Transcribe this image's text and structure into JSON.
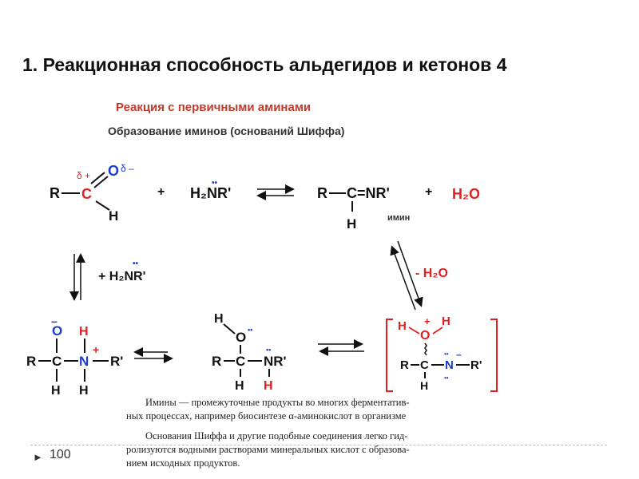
{
  "title": "1. Реакционная способность альдегидов и кетонов 4",
  "scheme": {
    "heading": "Реакция с первичными аминами",
    "subheading": "Образование иминов (оснований Шиффа)",
    "labels": {
      "r": "R",
      "c": "C",
      "o": "O",
      "h": "H",
      "n": "N",
      "delta_plus": "δ +",
      "delta_minus": "δ –",
      "plus": "+",
      "minus": "–",
      "amine_formula": "H₂NR'",
      "nr_prime": "NR'",
      "r_prime": "R'",
      "lone_pair": "••",
      "imine_group": "C=NR'",
      "water": "H₂O",
      "imine_label": "имин",
      "add_amine": "+ H₂NR'",
      "minus_water": "- H₂O"
    }
  },
  "notes": [
    "Имины — промежуточные продукты во многих ферментатив-",
    "ных процессах, например биосинтезе α-аминокислот в организме",
    "Основания Шиффа и другие подобные соединения легко гид-",
    "ролизуются водными растворами минеральных кислот с образова-",
    "нием исходных продуктов."
  ],
  "footer": {
    "page_number": "100"
  },
  "colors": {
    "heading": "#c0392b",
    "carbon": "#e02020",
    "oxygen": "#1a3ccc",
    "nitrogen": "#1a3ccc",
    "hydrogen_red": "#e02020",
    "text": "#111111"
  }
}
